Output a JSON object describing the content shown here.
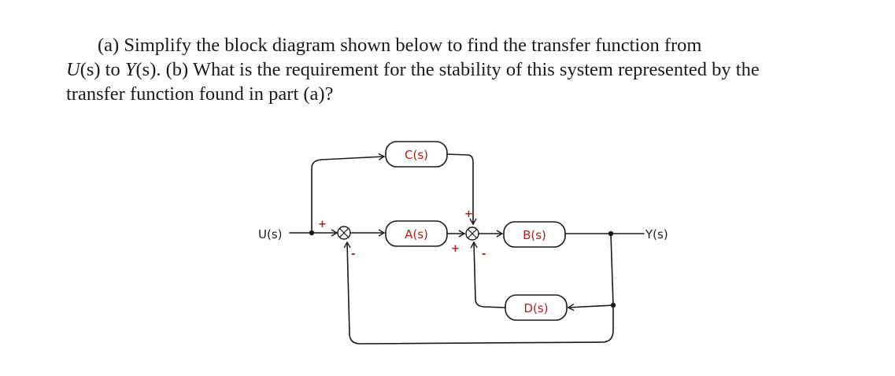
{
  "question": {
    "part_a_label": "(a) Simplify the block diagram shown below to find the transfer function from",
    "line2_u": "U",
    "line2_a": "(s) to ",
    "line2_y": "Y",
    "line2_b": "(s). (b) What is the requirement for the stability of this system represented by the",
    "line3": "transfer function found in part (a)?"
  },
  "diagram": {
    "blocks": {
      "c": "C(s)",
      "a": "A(s)",
      "b": "B(s)",
      "d": "D(s)"
    },
    "signals": {
      "input": "U(s)",
      "output": "Y(s)"
    },
    "signs": {
      "sum1_left": "+",
      "sum1_bottom": "-",
      "sum2_top": "+",
      "sum2_left": "+",
      "sum2_bottom": "-"
    }
  }
}
